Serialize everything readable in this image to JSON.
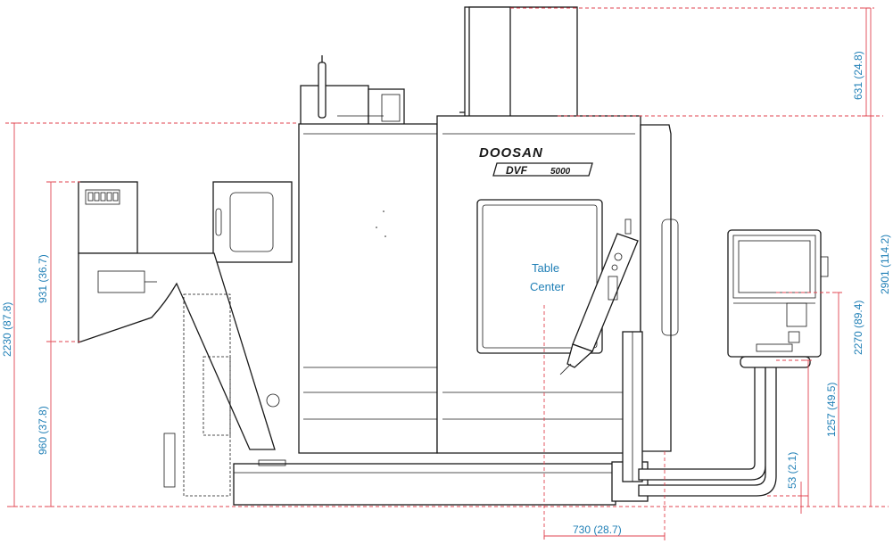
{
  "brand": {
    "maker": "DOOSAN",
    "model_prefix": "DVF",
    "model_number": "5000"
  },
  "annotation": {
    "line1": "Table",
    "line2": "Center"
  },
  "dimensions": {
    "top_cover_height": "631 (24.8)",
    "overall_height": "2901 (114.2)",
    "machine_height": "2230 (87.8)",
    "upper_section": "931 (36.7)",
    "lower_section": "960 (37.8)",
    "panel_top_height": "2270 (89.4)",
    "panel_bottom_height": "1257 (49.5)",
    "base_offset": "53 (2.1)",
    "table_offset": "730 (28.7)"
  },
  "colors": {
    "dimension_line": "#e0434f",
    "dimension_text": "#1f7fb6",
    "linework": "#1a1a1a"
  }
}
